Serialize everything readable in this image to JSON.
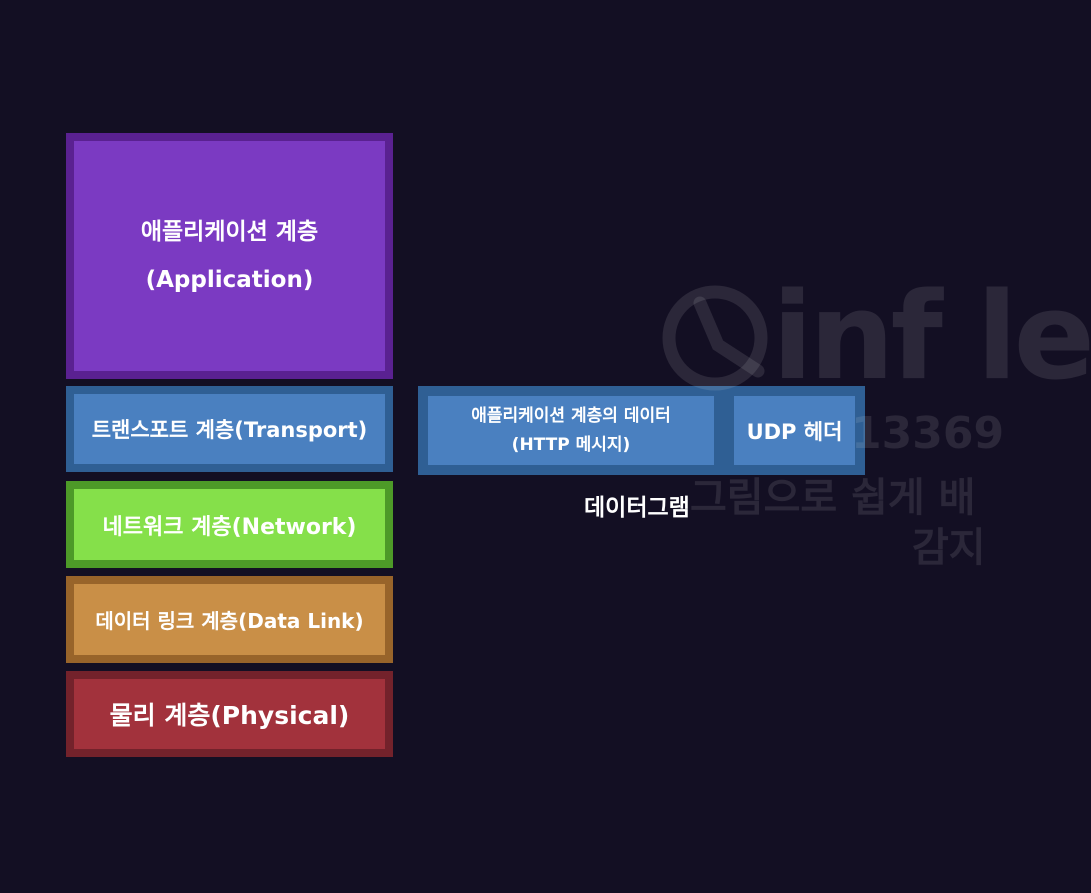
{
  "layers": {
    "application": {
      "name": "애플리케이션 계층",
      "english": "(Application)"
    },
    "transport": "트랜스포트 계층(Transport)",
    "network": "네트워크 계층(Network)",
    "datalink": "데이터 링크 계층(Data Link)",
    "physical": "물리 계층(Physical)"
  },
  "datagram": {
    "payload_line1": "애플리케이션 계층의 데이터",
    "payload_line2": "(HTTP 메시지)",
    "header": "UDP 헤더",
    "label": "데이터그램"
  },
  "watermark": {
    "brand": "inf le",
    "number": "13369",
    "line1": "그림으로 쉽게 배",
    "line2": "감지"
  },
  "colors": {
    "background": "#130f23",
    "application": "#7b3ac2",
    "transport": "#4a80c0",
    "network": "#85e04a",
    "datalink": "#c98f47",
    "physical": "#a2323c"
  }
}
